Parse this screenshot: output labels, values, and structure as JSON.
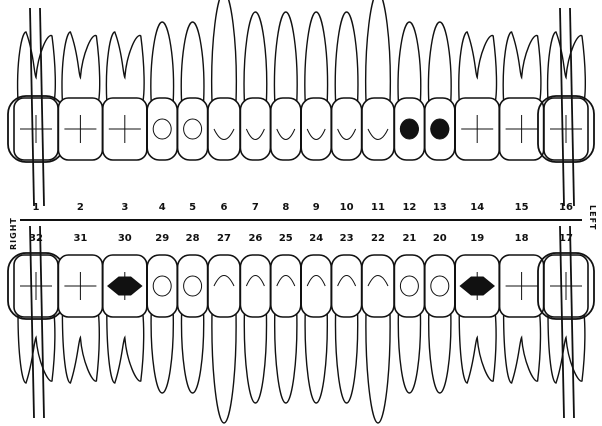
{
  "chart": {
    "side_right": "RIGHT",
    "side_left": "LEFT",
    "upper": [
      {
        "number": "1",
        "type": "molar",
        "extracted": true
      },
      {
        "number": "2",
        "type": "molar"
      },
      {
        "number": "3",
        "type": "molar"
      },
      {
        "number": "4",
        "type": "premolar"
      },
      {
        "number": "5",
        "type": "premolar"
      },
      {
        "number": "6",
        "type": "canine"
      },
      {
        "number": "7",
        "type": "incisor"
      },
      {
        "number": "8",
        "type": "incisor"
      },
      {
        "number": "9",
        "type": "incisor"
      },
      {
        "number": "10",
        "type": "incisor"
      },
      {
        "number": "11",
        "type": "canine"
      },
      {
        "number": "12",
        "type": "premolar",
        "filling": true
      },
      {
        "number": "13",
        "type": "premolar",
        "filling": true
      },
      {
        "number": "14",
        "type": "molar"
      },
      {
        "number": "15",
        "type": "molar"
      },
      {
        "number": "16",
        "type": "molar",
        "extracted": true
      }
    ],
    "lower": [
      {
        "number": "32",
        "type": "molar",
        "extracted": true
      },
      {
        "number": "31",
        "type": "molar"
      },
      {
        "number": "30",
        "type": "molar",
        "filling": true
      },
      {
        "number": "29",
        "type": "premolar"
      },
      {
        "number": "28",
        "type": "premolar"
      },
      {
        "number": "27",
        "type": "canine"
      },
      {
        "number": "26",
        "type": "incisor"
      },
      {
        "number": "25",
        "type": "incisor"
      },
      {
        "number": "24",
        "type": "incisor"
      },
      {
        "number": "23",
        "type": "incisor"
      },
      {
        "number": "22",
        "type": "canine"
      },
      {
        "number": "21",
        "type": "premolar"
      },
      {
        "number": "20",
        "type": "premolar"
      },
      {
        "number": "19",
        "type": "molar",
        "filling": true
      },
      {
        "number": "18",
        "type": "molar"
      },
      {
        "number": "17",
        "type": "molar",
        "extracted": true
      }
    ]
  }
}
